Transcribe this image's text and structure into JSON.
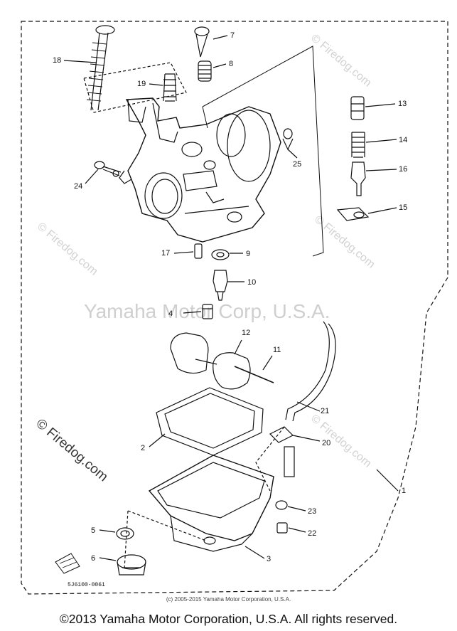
{
  "callouts": {
    "c1": "1",
    "c2": "2",
    "c3": "3",
    "c4": "4",
    "c5": "5",
    "c6": "6",
    "c7": "7",
    "c8": "8",
    "c9": "9",
    "c10": "10",
    "c11": "11",
    "c12": "12",
    "c13": "13",
    "c14": "14",
    "c15": "15",
    "c16": "16",
    "c17": "17",
    "c18": "18",
    "c19": "19",
    "c20": "20",
    "c21": "21",
    "c22": "22",
    "c23": "23",
    "c24": "24",
    "c25": "25"
  },
  "watermarks": {
    "firedog": "© Firedog.com",
    "firedog_plain": "© Firedog.com",
    "yamaha_center": "Yamaha Motor Corp, U.S.A."
  },
  "diagram_code": "5J6100-0061",
  "inner_copyright": "(c) 2005-2015 Yamaha Motor Corporation, U.S.A.",
  "footer_copyright": "©2013 Yamaha Motor Corporation, U.S.A. All rights reserved."
}
